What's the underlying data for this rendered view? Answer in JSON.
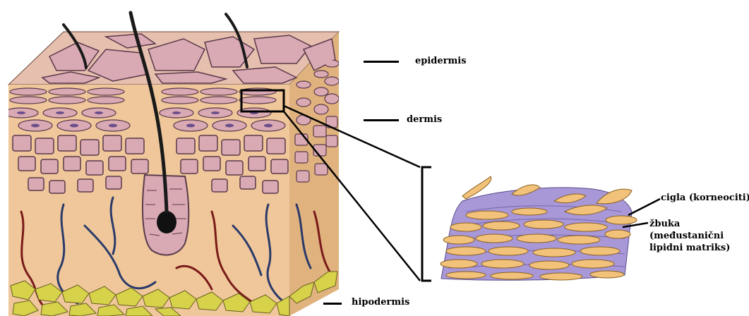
{
  "labels": {
    "epidermis": "epidermis",
    "dermis": "dermis",
    "hipodermis": "hipodermis",
    "cigla": "cigla (korneociti)",
    "zbuka_line1": "žbuka",
    "zbuka_line2": "(međustanični",
    "zbuka_line3": "lipidni matriks)"
  },
  "colors": {
    "skin_base": "#efc79a",
    "skin_side": "#e0b27e",
    "cell_fill": "#d9a9b4",
    "cell_stroke": "#5a3a4a",
    "nucleus": "#6b4f8a",
    "hair": "#1a1a1a",
    "vein": "#2a3a6a",
    "artery": "#7a1a1a",
    "fat": "#d6d24a",
    "lipid_matrix": "#a898d8",
    "corneocyte": "#f2c27a"
  }
}
